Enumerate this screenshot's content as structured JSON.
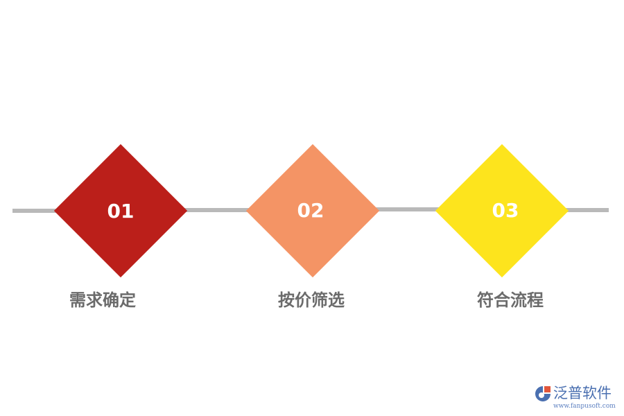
{
  "steps": [
    {
      "number": "01",
      "label": "需求确定",
      "color": "#bb1f1a"
    },
    {
      "number": "02",
      "label": "按价筛选",
      "color": "#f49465"
    },
    {
      "number": "03",
      "label": "符合流程",
      "color": "#fde41d"
    }
  ],
  "line_color": "#b9b9b9",
  "logo": {
    "name": "泛普软件",
    "url": "www.fanpusoft.com"
  }
}
